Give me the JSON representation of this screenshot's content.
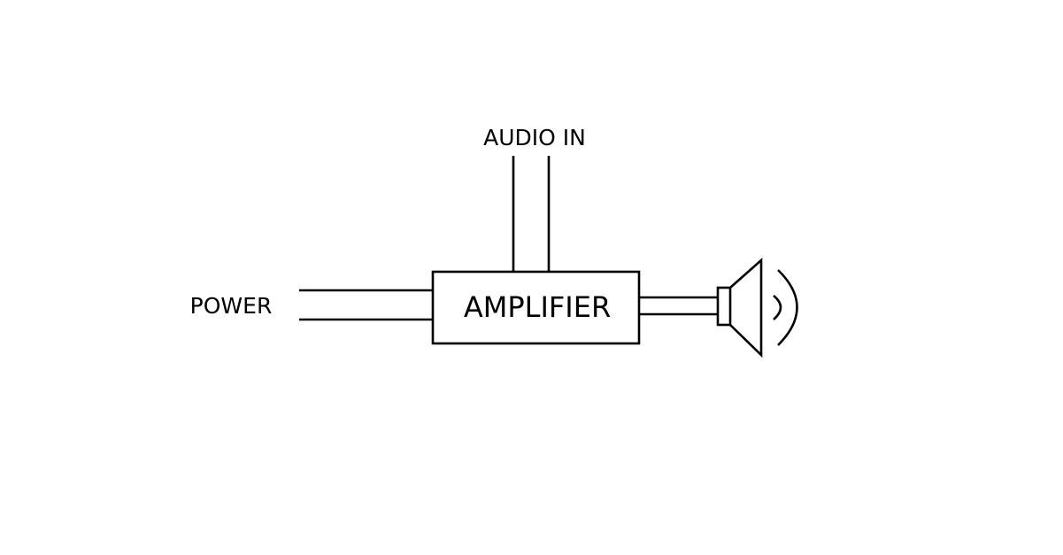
{
  "labels": {
    "audio_in": "AUDIO IN",
    "power": "POWER",
    "amplifier": "AMPLIFIER"
  },
  "icons": {
    "speaker": "speaker-icon",
    "sound_waves": "sound-waves-icon"
  },
  "colors": {
    "line": "#000000",
    "background": "#ffffff"
  }
}
